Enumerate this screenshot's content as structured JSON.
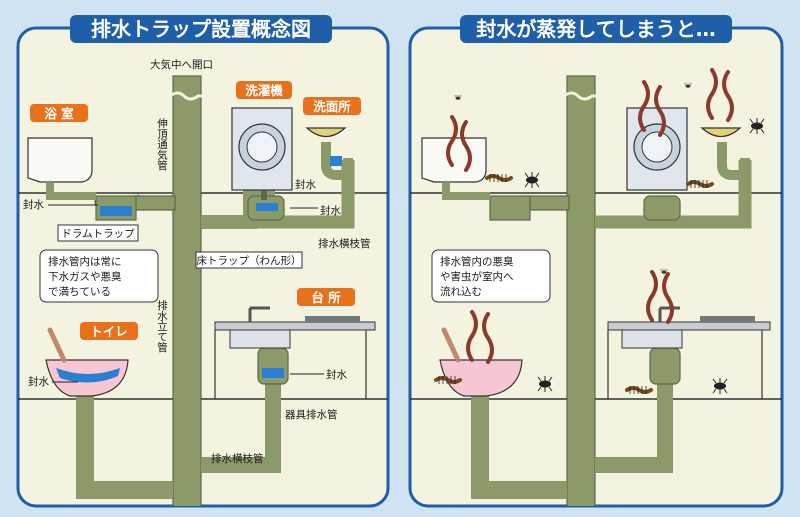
{
  "colors": {
    "panel_bg": "#f3f3df",
    "panel_border": "#1f5ea8",
    "pipe": "#8c9a6a",
    "pipe_edge": "#5d6846",
    "water": "#2b7fd0",
    "tag": "#e8711c",
    "worm": "#8a3a2c"
  },
  "left": {
    "title": "排水トラップ設置概念図",
    "vent_label": "大気中へ開口",
    "vent_pipe_label": "伸頂通気管",
    "stack_label": "排水立て管",
    "tags": {
      "bath": "浴 室",
      "washer": "洗濯機",
      "sink": "洗面所",
      "toilet": "トイレ",
      "kitchen": "台 所"
    },
    "labels": {
      "seal_bath": "封水",
      "seal_washer": "封水",
      "seal_floor": "封水",
      "seal_toilet": "封水",
      "seal_kitchen": "封水",
      "drum_trap": "ドラムトラップ",
      "floor_trap": "床トラップ（わん形）",
      "branch_upper": "排水横枝管",
      "appliance_pipe": "器具排水管",
      "branch_lower": "排水横枝管"
    },
    "note": [
      "排水管内は常に",
      "下水ガスや悪臭",
      "で満ちている"
    ]
  },
  "right": {
    "title": "封水が蒸発してしまうと…",
    "note": [
      "排水管内の悪臭",
      "や害虫が室内へ",
      "流れ込む"
    ]
  }
}
